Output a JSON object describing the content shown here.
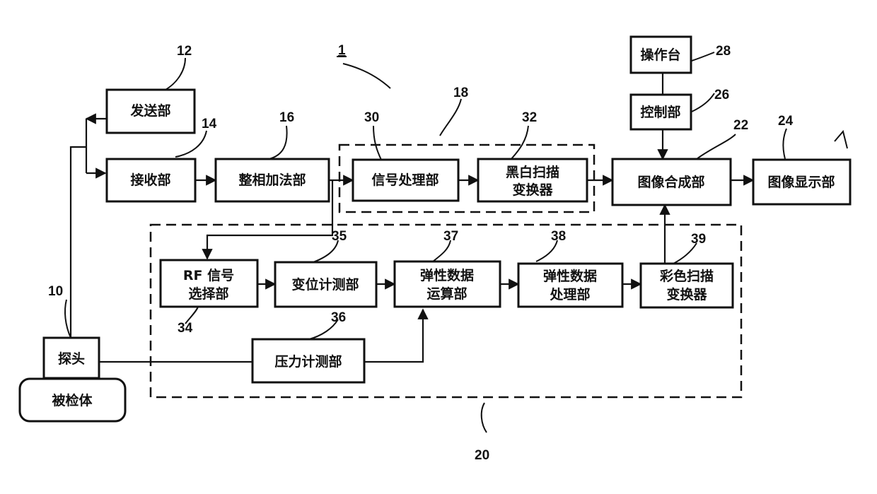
{
  "blocks": {
    "transmit": "发送部",
    "receive": "接收部",
    "phasing": "整相加法部",
    "signal_proc": "信号处理部",
    "bw_dsc_1": "黑白扫描",
    "bw_dsc_2": "变换器",
    "console": "操作台",
    "control": "控制部",
    "synth": "图像合成部",
    "display": "图像显示部",
    "rf_sel_1": "RF 信号",
    "rf_sel_2": "选择部",
    "displacement": "变位计测部",
    "elastic_calc_1": "弹性数据",
    "elastic_calc_2": "运算部",
    "elastic_proc_1": "弹性数据",
    "elastic_proc_2": "处理部",
    "color_dsc_1": "彩色扫描",
    "color_dsc_2": "变换器",
    "pressure": "压力计测部",
    "probe": "探头",
    "subject": "被检体"
  },
  "refs": {
    "r1": "1",
    "r10": "10",
    "r12": "12",
    "r14": "14",
    "r16": "16",
    "r18": "18",
    "r20": "20",
    "r22": "22",
    "r24": "24",
    "r26": "26",
    "r28": "28",
    "r30": "30",
    "r32": "32",
    "r34": "34",
    "r35": "35",
    "r36": "36",
    "r37": "37",
    "r38": "38",
    "r39": "39"
  }
}
